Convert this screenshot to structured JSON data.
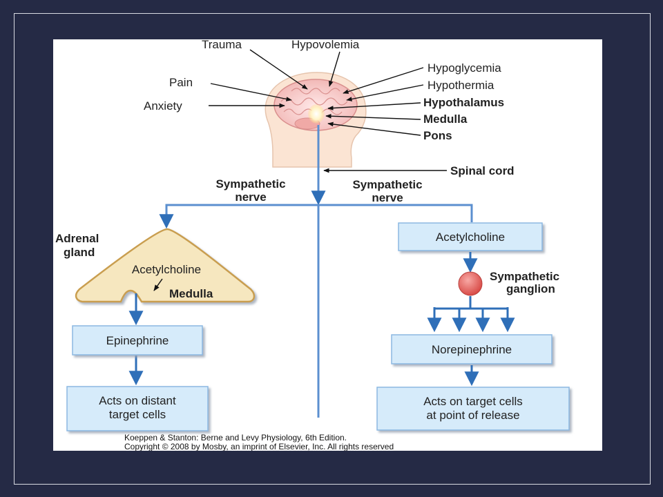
{
  "brain_inputs": {
    "trauma": "Trauma",
    "hypovolemia": "Hypovolemia",
    "pain": "Pain",
    "anxiety": "Anxiety",
    "hypoglycemia": "Hypoglycemia",
    "hypothermia": "Hypothermia"
  },
  "brain_regions": {
    "hypothalamus": "Hypothalamus",
    "medulla": "Medulla",
    "pons": "Pons",
    "spinal_cord": "Spinal cord"
  },
  "left_branch": {
    "nerve_line1": "Sympathetic",
    "nerve_line2": "nerve",
    "gland_line1": "Adrenal",
    "gland_line2": "gland",
    "gland_acetylcholine": "Acetylcholine",
    "gland_medulla": "Medulla",
    "epinephrine": "Epinephrine",
    "effect_line1": "Acts on distant",
    "effect_line2": "target cells"
  },
  "right_branch": {
    "nerve_line1": "Sympathetic",
    "nerve_line2": "nerve",
    "acetylcholine": "Acetylcholine",
    "ganglion_line1": "Sympathetic",
    "ganglion_line2": "ganglion",
    "norepinephrine": "Norepinephrine",
    "effect_line1": "Acts on target cells",
    "effect_line2": "at point of release"
  },
  "citation": {
    "line1": "Koeppen & Stanton: Berne and Levy Physiology, 6th Edition.",
    "line2": "Copyright © 2008 by Mosby, an imprint of Elsevier, Inc. All rights reserved"
  },
  "colors": {
    "background": "#252a45",
    "flow_line": "#5b8fcf",
    "box_fill": "#d6ebfa",
    "gland_fill": "#f6e7bf",
    "ganglion_fill": "#e4625f"
  }
}
